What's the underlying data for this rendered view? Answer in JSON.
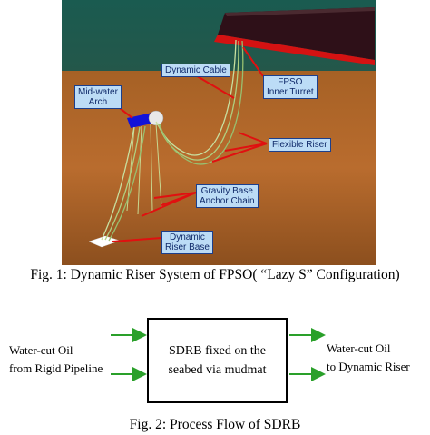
{
  "figure1": {
    "labels": {
      "dynamic_cable": "Dynamic Cable",
      "fpso_turret_l1": "FPSO",
      "fpso_turret_l2": "Inner Turret",
      "mid_water_arch_l1": "Mid-water",
      "mid_water_arch_l2": "Arch",
      "flexible_riser": "Flexible Riser",
      "gravity_base_l1": "Gravity Base",
      "gravity_base_l2": "Anchor Chain",
      "riser_base_l1": "Dynamic",
      "riser_base_l2": "Riser Base"
    },
    "caption": "Fig. 1: Dynamic Riser System of FPSO( “Lazy S” Configuration)",
    "colors": {
      "sea": "#1f5a4f",
      "seabed": "#b8692a",
      "hull_top": "#3a1820",
      "hull_bottom": "#d01010",
      "arch": "#1010d8",
      "callout_fill": "#bcdcf6",
      "pointer": "#e01010"
    }
  },
  "figure2": {
    "inputs": [
      "Water-cut Oil",
      "from Rigid Pipeline"
    ],
    "box_lines": [
      "SDRB fixed on the",
      "seabed via mudmat"
    ],
    "outputs": [
      "Water-cut Oil",
      "to Dynamic Riser"
    ],
    "caption": "Fig. 2: Process Flow of SDRB",
    "colors": {
      "arrow": "#2aa02a"
    }
  }
}
